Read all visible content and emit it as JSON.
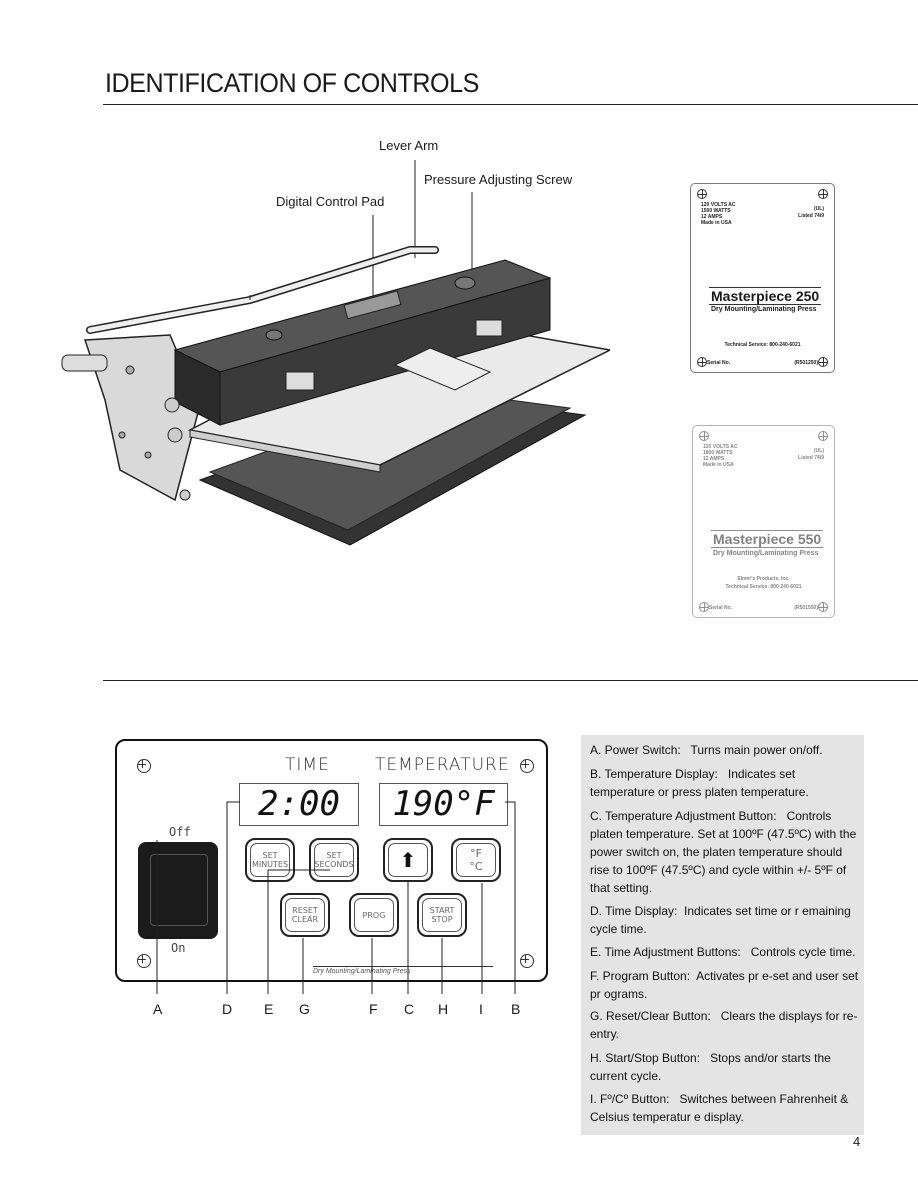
{
  "page": {
    "title": "IDENTIFICATION OF CONTROLS",
    "page_number": "4"
  },
  "callouts": {
    "lever_arm": "Lever Arm",
    "pressure_screw": "Pressure Adjusting Screw",
    "control_pad": "Digital Control Pad"
  },
  "labels": [
    {
      "spec_lines": [
        "120 VOLTS AC",
        "1500 WATTS",
        "12 AMPS",
        "Made in USA"
      ],
      "listed": "Listed 74i9",
      "model": "Masterpiece 250",
      "subtitle": "Dry Mounting/Laminating Press",
      "tech": "Technical Service: 800-240-6021",
      "serial": "Serial No.",
      "part": "(R501250)"
    },
    {
      "spec_lines": [
        "120 VOLTS AC",
        "1800 WATTS",
        "12 AMPS",
        "Made in USA"
      ],
      "listed": "Listed 74i9",
      "model": "Masterpiece 550",
      "subtitle": "Dry Mounting/Laminating Press",
      "company": "Elmer's Products, Inc.",
      "tech": "Technical Service: 800-240-6021",
      "serial": "Serial No.",
      "part": "(R501550)"
    }
  ],
  "panel": {
    "time_header": "TIME",
    "temp_header": "TEMPERATURE",
    "time_display": "2:00",
    "temp_display": "190°F",
    "off_label": "Off",
    "on_label": "On",
    "buttons": {
      "set_minutes": "SET\nMINUTES",
      "set_seconds": "SET\nSECONDS",
      "up_arrow": "⬆",
      "f_c": "°F\n°C",
      "reset_clear": "RESET\nCLEAR",
      "prog": "PROG",
      "start_stop": "START\nSTOP"
    },
    "footer": "Dry Mounting/Laminating Press"
  },
  "letters": [
    "A",
    "D",
    "E",
    "G",
    "F",
    "C",
    "H",
    "I",
    "B"
  ],
  "legend": [
    {
      "head": "A. Power Switch:",
      "text": "Turns main power on/off."
    },
    {
      "head": "B. Temperature Display:",
      "text": "Indicates set temperature or press platen temperature."
    },
    {
      "head": "C. Temperature Adjustment Button:",
      "text": "Controls platen temperature. Set at 100ºF (47.5ºC) with the power switch on, the platen temperature should rise to 100ºF (47.5ºC) and cycle within +/- 5ºF of that setting."
    },
    {
      "head": "D.  Time Display:",
      "text": "Indicates set time or r  emaining cycle time."
    },
    {
      "head": "E. Time Adjustment Buttons:",
      "text": "Controls cycle time."
    },
    {
      "head": "F.   Program Button:",
      "text": "Activates pr e-set and user set pr ograms."
    },
    {
      "head": "G. Reset/Clear Button:",
      "text": "Clears the displays for re-entry."
    },
    {
      "head": "H. Start/Stop Button:",
      "text": "Stops and/or starts the current cycle."
    },
    {
      "head": "I.  Fº/Cº Button:",
      "text": "Switches between Fahrenheit & Celsius temperatur e display."
    }
  ]
}
